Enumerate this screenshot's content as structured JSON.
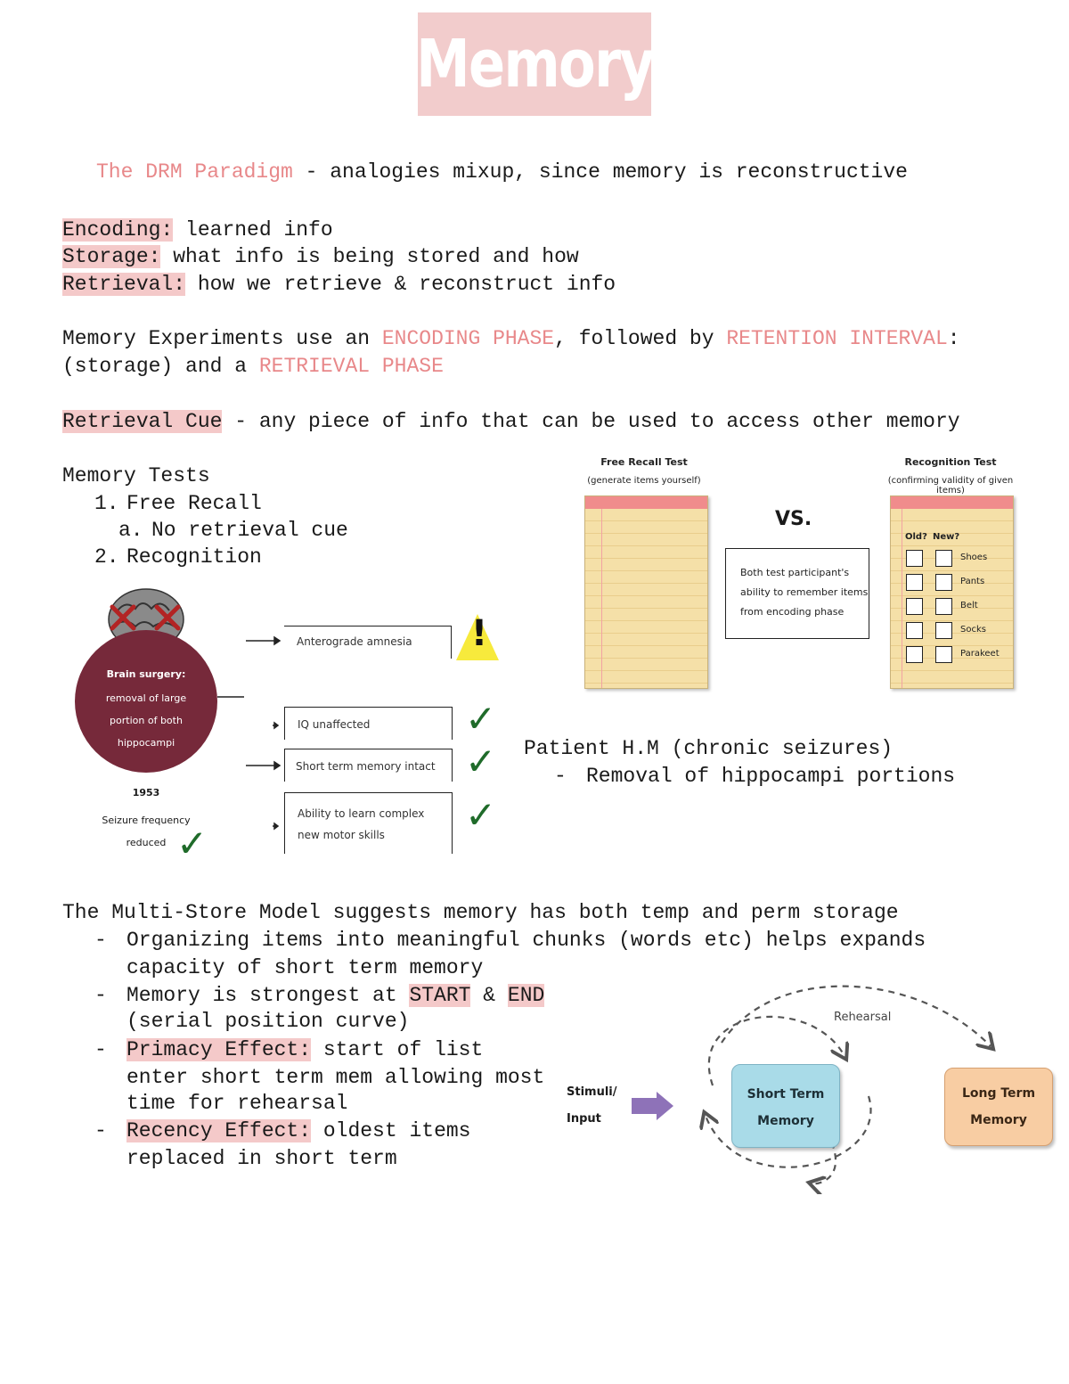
{
  "title": "Memory",
  "drm": {
    "label": "The DRM Paradigm",
    "rest": " - analogies mixup, since memory is reconstructive"
  },
  "stages": [
    {
      "label": "Encoding:",
      "rest": " learned info"
    },
    {
      "label": "Storage:",
      "rest": " what info is being stored and how"
    },
    {
      "label": "Retrieval:",
      "rest": " how we retrieve & reconstruct info"
    }
  ],
  "experiments": {
    "p1": "Memory Experiments use an ",
    "encoding": "ENCODING PHASE",
    "p2": ", followed by ",
    "retention": "RETENTION INTERVAL",
    "p3": ":",
    "p4": "(storage) and a ",
    "retrieval": "RETRIEVAL PHASE"
  },
  "cue": {
    "label": "Retrieval Cue",
    "rest": " - any piece of info that can be used to access other memory"
  },
  "tests": {
    "heading": "Memory Tests",
    "item1_num": "1.",
    "item1": "Free Recall",
    "item1a_num": "a.",
    "item1a": "No retrieval cue",
    "item2_num": "2.",
    "item2": "Recognition"
  },
  "hm_diagram": {
    "circle_title": "Brain surgery:",
    "circle_l1": "removal of large",
    "circle_l2": "portion of both",
    "circle_l3": "hippocampi",
    "year": "1953",
    "seizure_l1": "Seizure frequency",
    "seizure_l2": "reduced",
    "box1": "Anterograde amnesia",
    "box2": "IQ unaffected",
    "box3": "Short term memory intact",
    "box4_l1": "Ability to learn complex",
    "box4_l2": "new motor skills",
    "warning": "!",
    "check": "✓"
  },
  "recall_diagram": {
    "free_title": "Free Recall Test",
    "free_sub": "(generate items yourself)",
    "vs": "VS.",
    "recog_title": "Recognition Test",
    "recog_sub": "(confirming validity of given items)",
    "both_l1": "Both test participant's",
    "both_l2": "ability to remember items",
    "both_l3": "from encoding phase",
    "old": "Old?",
    "new": "New?",
    "items": [
      "Shoes",
      "Pants",
      "Belt",
      "Socks",
      "Parakeet"
    ]
  },
  "patient": {
    "line1": "Patient H.M (chronic seizures)",
    "dash": "-",
    "line2": "Removal of hippocampi portions"
  },
  "multistore": {
    "heading": "The Multi-Store Model suggests memory has both temp and perm storage",
    "dash": "-",
    "b1_l1": "Organizing items into meaningful chunks (words etc) helps expands",
    "b1_l2": "capacity of short term memory",
    "b2_p1": "Memory is strongest at ",
    "b2_start": "START",
    "b2_amp": " & ",
    "b2_end": "END",
    "b2_l2": "(serial position curve)",
    "b3_label": "Primacy Effect:",
    "b3_rest": " start of list",
    "b3_l2": "enter short term mem allowing most",
    "b3_l3": "time for rehearsal",
    "b4_label": "Recency Effect:",
    "b4_rest": " oldest items",
    "b4_l2": "replaced in short term"
  },
  "model_diagram": {
    "rehearsal": "Rehearsal",
    "stimuli_l1": "Stimuli/",
    "stimuli_l2": "Input",
    "stm_l1": "Short Term",
    "stm_l2": "Memory",
    "ltm_l1": "Long Term",
    "ltm_l2": "Memory"
  },
  "colors": {
    "highlight": "#f4c9c9",
    "accent_text": "#e8888a",
    "brain_circle": "#76293a",
    "check_green": "#1f6b2a",
    "warning_yellow": "#f7ea3c",
    "stm_fill": "#a9dbe8",
    "ltm_fill": "#f8cda3",
    "arrow_purple": "#8e72b8"
  }
}
